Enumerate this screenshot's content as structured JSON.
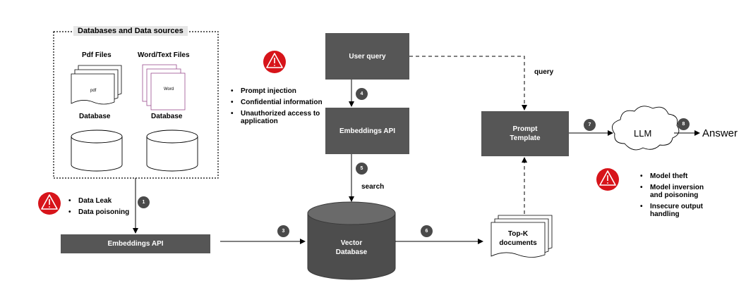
{
  "data_sources": {
    "title": "Databases and Data sources",
    "pdf_files_label": "Pdf Files",
    "word_files_label": "Word/Text Files",
    "pdf_doc_text": "pdf",
    "word_doc_text": "Word",
    "database_label_1": "Database",
    "database_label_2": "Database"
  },
  "risks_data": {
    "items": [
      "Data Leak",
      "Data poisoning"
    ]
  },
  "risks_prompt": {
    "items": [
      "Prompt injection",
      "Confidential information",
      "Unauthorized access to application"
    ]
  },
  "risks_model": {
    "items": [
      "Model theft",
      "Model inversion and poisoning",
      "Insecure output handling"
    ]
  },
  "nodes": {
    "embeddings_api_left": "Embeddings API",
    "user_query": "User query",
    "embeddings_api_center": "Embeddings API",
    "vector_database": "Vector Database",
    "prompt_template": "Prompt Template",
    "top_k_documents": "Top-K documents",
    "llm": "LLM",
    "answer": "Answer"
  },
  "edge_labels": {
    "query": "query",
    "search": "search"
  },
  "steps": [
    "1",
    "3",
    "4",
    "5",
    "6",
    "7",
    "8"
  ],
  "colors": {
    "box_fill": "#565656",
    "cylinder_fill": "#4d4d4d",
    "warning_red": "#d7141a",
    "step_circle": "#4a4a4a",
    "word_doc_border": "#9b4d8e"
  }
}
